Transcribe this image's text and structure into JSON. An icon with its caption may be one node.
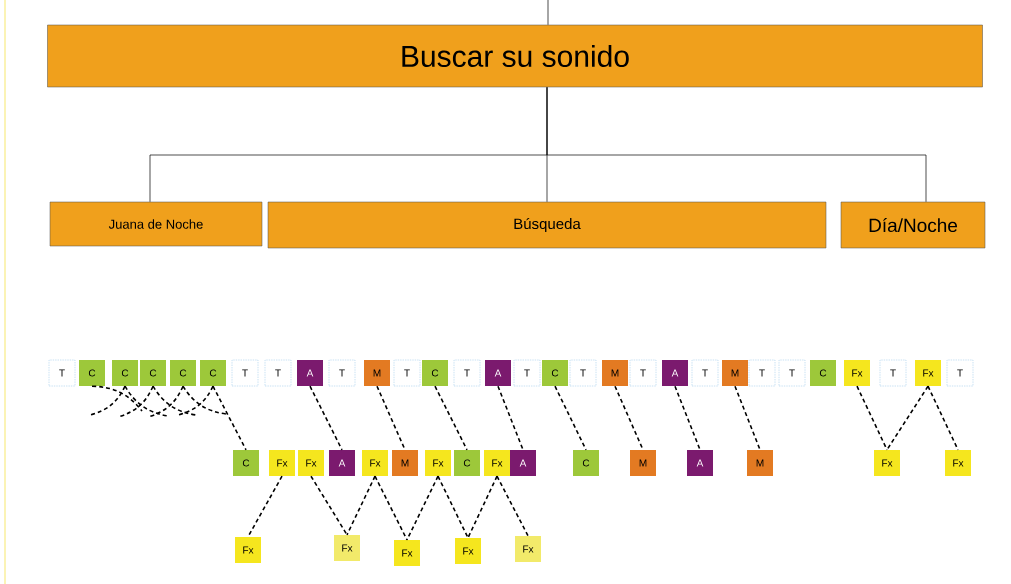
{
  "diagram": {
    "nodes": [
      {
        "text": [
          "Buscar su sonido"
        ]
      },
      {
        "text": [
          "Juana de Noche"
        ]
      },
      {
        "text": [
          "Búsqueda"
        ]
      },
      {
        "text": [
          "Día/Noche"
        ]
      },
      {
        "text": [
          "T"
        ]
      },
      {
        "text": [
          "C"
        ]
      },
      {
        "text": [
          "C"
        ]
      },
      {
        "text": [
          "C"
        ]
      },
      {
        "text": [
          "C"
        ]
      },
      {
        "text": [
          "C"
        ]
      },
      {
        "text": [
          "T"
        ]
      },
      {
        "text": [
          "T"
        ]
      },
      {
        "text": [
          "A"
        ]
      },
      {
        "text": [
          "T"
        ]
      },
      {
        "text": [
          "M"
        ]
      },
      {
        "text": [
          "T"
        ]
      },
      {
        "text": [
          "C"
        ]
      },
      {
        "text": [
          "T"
        ]
      },
      {
        "text": [
          "A"
        ]
      },
      {
        "text": [
          "T"
        ]
      },
      {
        "text": [
          "C"
        ]
      },
      {
        "text": [
          "T"
        ]
      },
      {
        "text": [
          "M"
        ]
      },
      {
        "text": [
          "T"
        ]
      },
      {
        "text": [
          "A"
        ]
      },
      {
        "text": [
          "T"
        ]
      },
      {
        "text": [
          "M"
        ]
      },
      {
        "text": [
          "T"
        ]
      },
      {
        "text": [
          "T"
        ]
      },
      {
        "text": [
          "C"
        ]
      },
      {
        "text": [
          "Fx"
        ]
      },
      {
        "text": [
          "T"
        ]
      },
      {
        "text": [
          "Fx"
        ]
      },
      {
        "text": [
          "T"
        ]
      },
      {
        "text": [
          "C"
        ]
      },
      {
        "text": [
          "Fx"
        ]
      },
      {
        "text": [
          "Fx"
        ]
      },
      {
        "text": [
          "A"
        ]
      },
      {
        "text": [
          "Fx"
        ]
      },
      {
        "text": [
          "M"
        ]
      },
      {
        "text": [
          "Fx"
        ]
      },
      {
        "text": [
          "C"
        ]
      },
      {
        "text": [
          "Fx"
        ]
      },
      {
        "text": [
          "A"
        ]
      },
      {
        "text": [
          "C"
        ]
      },
      {
        "text": [
          "M"
        ]
      },
      {
        "text": [
          "A"
        ]
      },
      {
        "text": [
          "M"
        ]
      },
      {
        "text": [
          "Fx"
        ]
      },
      {
        "text": [
          "Fx"
        ]
      },
      {
        "text": [
          "Fx"
        ]
      },
      {
        "text": [
          "Fx"
        ]
      },
      {
        "text": [
          "Fx"
        ]
      },
      {
        "text": [
          "Fx"
        ]
      },
      {
        "text": [
          "Fx"
        ]
      }
    ],
    "edges": [
      {
        "from": null,
        "to": 0,
        "arrow": "none"
      },
      {
        "from": 0,
        "to": 1,
        "arrow": "none"
      },
      {
        "from": 0,
        "to": 2,
        "arrow": "none"
      },
      {
        "from": 0,
        "to": 3,
        "arrow": "none"
      },
      {
        "from": 5,
        "to": null,
        "arrow": "none",
        "style": "dashed"
      },
      {
        "from": 6,
        "to": null,
        "arrow": "none",
        "style": "dashed"
      },
      {
        "from": 6,
        "to": null,
        "arrow": "none",
        "style": "dashed"
      },
      {
        "from": 7,
        "to": null,
        "arrow": "none",
        "style": "dashed"
      },
      {
        "from": 7,
        "to": null,
        "arrow": "none",
        "style": "dashed"
      },
      {
        "from": 8,
        "to": null,
        "arrow": "none",
        "style": "dashed"
      },
      {
        "from": 8,
        "to": null,
        "arrow": "none",
        "style": "dashed"
      },
      {
        "from": 9,
        "to": null,
        "arrow": "none",
        "style": "dashed"
      },
      {
        "from": 9,
        "to": 34,
        "arrow": "none",
        "style": "dashed"
      },
      {
        "from": 12,
        "to": 37,
        "arrow": "none",
        "style": "dashed"
      },
      {
        "from": 14,
        "to": 39,
        "arrow": "none",
        "style": "dashed"
      },
      {
        "from": 16,
        "to": 41,
        "arrow": "none",
        "style": "dashed"
      },
      {
        "from": 18,
        "to": 43,
        "arrow": "none",
        "style": "dashed"
      },
      {
        "from": 20,
        "to": 44,
        "arrow": "none",
        "style": "dashed"
      },
      {
        "from": 22,
        "to": 45,
        "arrow": "none",
        "style": "dashed"
      },
      {
        "from": 24,
        "to": 46,
        "arrow": "none",
        "style": "dashed"
      },
      {
        "from": 26,
        "to": 47,
        "arrow": "none",
        "style": "dashed"
      },
      {
        "from": 30,
        "to": 48,
        "arrow": "none",
        "style": "dashed"
      },
      {
        "from": 32,
        "to": 48,
        "arrow": "none",
        "style": "dashed"
      },
      {
        "from": 32,
        "to": 49,
        "arrow": "none",
        "style": "dashed"
      },
      {
        "from": 35,
        "to": 50,
        "arrow": "none",
        "style": "dashed"
      },
      {
        "from": 36,
        "to": 51,
        "arrow": "none",
        "style": "dashed"
      },
      {
        "from": 38,
        "to": 51,
        "arrow": "none",
        "style": "dashed"
      },
      {
        "from": 38,
        "to": 52,
        "arrow": "none",
        "style": "dashed"
      },
      {
        "from": 40,
        "to": 52,
        "arrow": "none",
        "style": "dashed"
      },
      {
        "from": 40,
        "to": 53,
        "arrow": "none",
        "style": "dashed"
      },
      {
        "from": 42,
        "to": 53,
        "arrow": "none",
        "style": "dashed"
      },
      {
        "from": 42,
        "to": 54,
        "arrow": "none",
        "style": "dashed"
      }
    ]
  }
}
